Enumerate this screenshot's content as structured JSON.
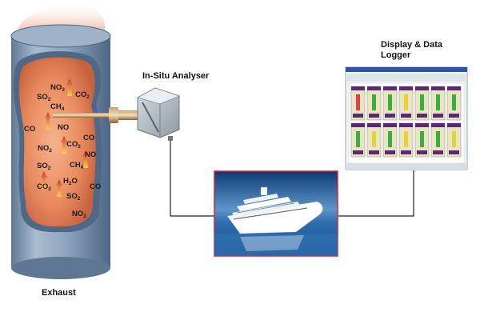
{
  "labels": {
    "exhaust": "Exhaust",
    "analyser": "In-Situ Analyser",
    "logger_line1": "Display & Data",
    "logger_line2": "Logger"
  },
  "gases": [
    {
      "key": "no2_a",
      "main": "NO",
      "sub": "2"
    },
    {
      "key": "so2_a",
      "main": "SO",
      "sub": "2"
    },
    {
      "key": "co2_a",
      "main": "CO",
      "sub": "2"
    },
    {
      "key": "ch4_a",
      "main": "CH",
      "sub": "4"
    },
    {
      "key": "co_a",
      "main": "CO",
      "sub": ""
    },
    {
      "key": "no_a",
      "main": "NO",
      "sub": ""
    },
    {
      "key": "co_b",
      "main": "CO",
      "sub": ""
    },
    {
      "key": "no2_b",
      "main": "NO",
      "sub": "2"
    },
    {
      "key": "co2_b",
      "main": "CO",
      "sub": "2"
    },
    {
      "key": "no_b",
      "main": "NO",
      "sub": ""
    },
    {
      "key": "so2_b",
      "main": "SO",
      "sub": "2"
    },
    {
      "key": "ch4_b",
      "main": "CH",
      "sub": "4"
    },
    {
      "key": "h2o",
      "main": "H",
      "sub": "2",
      "tail": "O"
    },
    {
      "key": "co2_c",
      "main": "CO",
      "sub": "2"
    },
    {
      "key": "co_c",
      "main": "CO",
      "sub": ""
    },
    {
      "key": "so2_c",
      "main": "SO",
      "sub": "2"
    },
    {
      "key": "no2_c",
      "main": "NO",
      "sub": "2"
    }
  ],
  "colors": {
    "pipe": "#7f97b0",
    "pipe_dark": "#4a6582",
    "flame": "#e98b60",
    "cable": "#222222",
    "photo_border": "#d0243a",
    "sea": "#3c76b5",
    "sky": "#0e3d76"
  },
  "icons": [
    "exhaust-pipe-icon",
    "probe-icon",
    "analyser-box-icon",
    "ship-photo-icon",
    "logger-screen-icon"
  ]
}
